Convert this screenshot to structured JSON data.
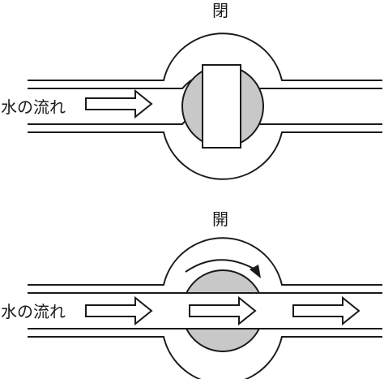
{
  "closed_panel": {
    "title": "閉",
    "flow_label": "水の流れ"
  },
  "open_panel": {
    "title": "開",
    "flow_label": "水の流れ"
  },
  "colors": {
    "line": "#1a1a1a",
    "ball": "#c8c8c8",
    "background": "#ffffff"
  }
}
